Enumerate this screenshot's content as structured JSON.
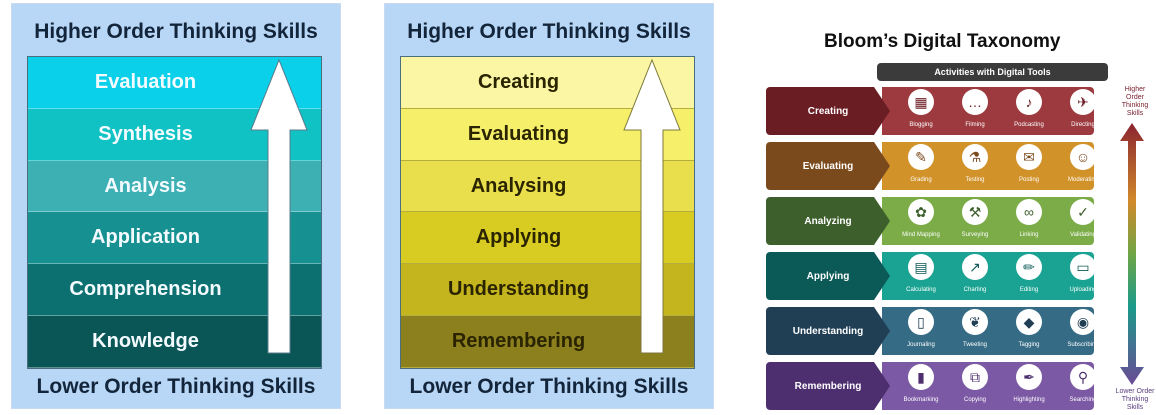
{
  "panel1": {
    "top_label": "Higher Order  Thinking Skills",
    "bottom_label": "Lower Order Thinking Skills",
    "tiers": [
      {
        "label": "Evaluation",
        "color": "#0bd0ea"
      },
      {
        "label": "Synthesis",
        "color": "#10c2c3"
      },
      {
        "label": "Analysis",
        "color": "#3cb0b3"
      },
      {
        "label": "Application",
        "color": "#169090"
      },
      {
        "label": "Comprehension",
        "color": "#0c7070"
      },
      {
        "label": "Knowledge",
        "color": "#0a5656"
      }
    ]
  },
  "panel2": {
    "top_label": "Higher Order  Thinking Skills",
    "bottom_label": "Lower Order Thinking Skills",
    "tiers": [
      {
        "label": "Creating",
        "color": "#fbf6a4"
      },
      {
        "label": "Evaluating",
        "color": "#f6ef6a"
      },
      {
        "label": "Analysing",
        "color": "#e9df4c"
      },
      {
        "label": "Applying",
        "color": "#d8cc22"
      },
      {
        "label": "Understanding",
        "color": "#c4b41e"
      },
      {
        "label": "Remembering",
        "color": "#8c7f1e"
      }
    ]
  },
  "panel3": {
    "title": "Bloom’s Digital Taxonomy",
    "activities_header": "Activities with Digital Tools",
    "higher_label": "Higher Order Thinking Skills",
    "lower_label": "Lower Order Thinking Skills",
    "levels": [
      {
        "name": "Creating",
        "dark": "#6b1d24",
        "light": "#9c3a3f",
        "tools": [
          {
            "label": "Blogging",
            "icon": "film-icon",
            "glyph": "▦"
          },
          {
            "label": "Filming",
            "icon": "chat-icon",
            "glyph": "…"
          },
          {
            "label": "Podcasting",
            "icon": "microphone-icon",
            "glyph": "♪"
          },
          {
            "label": "Directing",
            "icon": "director-chair-icon",
            "glyph": "✈"
          }
        ]
      },
      {
        "name": "Evaluating",
        "dark": "#7b4a1c",
        "light": "#d1922a",
        "tools": [
          {
            "label": "Grading",
            "icon": "report-icon",
            "glyph": "✎"
          },
          {
            "label": "Testing",
            "icon": "flask-icon",
            "glyph": "⚗"
          },
          {
            "label": "Posting",
            "icon": "message-icon",
            "glyph": "✉"
          },
          {
            "label": "Moderating",
            "icon": "person-icon",
            "glyph": "☺"
          }
        ]
      },
      {
        "name": "Analyzing",
        "dark": "#3d5f2b",
        "light": "#7bac48",
        "tools": [
          {
            "label": "Mind Mapping",
            "icon": "brain-icon",
            "glyph": "✿"
          },
          {
            "label": "Surveying",
            "icon": "tripod-icon",
            "glyph": "⚒"
          },
          {
            "label": "Linking",
            "icon": "link-icon",
            "glyph": "∞"
          },
          {
            "label": "Validating",
            "icon": "checkmark-icon",
            "glyph": "✓"
          }
        ]
      },
      {
        "name": "Applying",
        "dark": "#0c5a57",
        "light": "#1aa392",
        "tools": [
          {
            "label": "Calculating",
            "icon": "calculator-icon",
            "glyph": "▤"
          },
          {
            "label": "Charting",
            "icon": "chart-icon",
            "glyph": "↗"
          },
          {
            "label": "Editing",
            "icon": "pencil-icon",
            "glyph": "✏"
          },
          {
            "label": "Uploading",
            "icon": "battery-icon",
            "glyph": "▭"
          }
        ]
      },
      {
        "name": "Understanding",
        "dark": "#203f55",
        "light": "#356b84",
        "tools": [
          {
            "label": "Journaling",
            "icon": "notebook-icon",
            "glyph": "▯"
          },
          {
            "label": "Tweeting",
            "icon": "bird-icon",
            "glyph": "❦"
          },
          {
            "label": "Tagging",
            "icon": "tag-icon",
            "glyph": "◆"
          },
          {
            "label": "Subscribing",
            "icon": "camera-icon",
            "glyph": "◉"
          }
        ]
      },
      {
        "name": "Remembering",
        "dark": "#4d2f6f",
        "light": "#7c59a4",
        "tools": [
          {
            "label": "Bookmarking",
            "icon": "bookmark-icon",
            "glyph": "▮"
          },
          {
            "label": "Copying",
            "icon": "copy-icon",
            "glyph": "⧉"
          },
          {
            "label": "Highlighting",
            "icon": "highlighter-icon",
            "glyph": "✒"
          },
          {
            "label": "Searching",
            "icon": "magnifier-icon",
            "glyph": "⚲"
          }
        ]
      }
    ]
  }
}
